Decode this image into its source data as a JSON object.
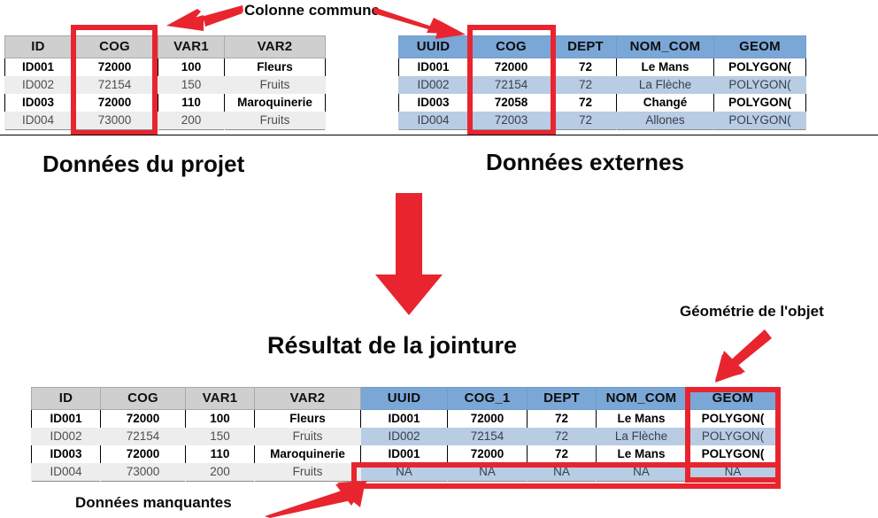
{
  "diagram": {
    "title_project": "Données du projet",
    "title_external": "Données externes",
    "title_result": "Résultat de la jointure",
    "annotation_common_column": "Colonne commune",
    "annotation_geometry": "Géométrie de l'objet",
    "annotation_missing": "Données manquantes",
    "colors": {
      "red_accent": "#e8252e",
      "blue_header": "#7ba7d7",
      "blue_row": "#b8cce4",
      "grey_header": "#cfcfcf",
      "grey_row": "#ededed"
    }
  },
  "table_project": {
    "name": "Données du projet",
    "headers": [
      "ID",
      "COG",
      "VAR1",
      "VAR2"
    ],
    "rows": [
      [
        "ID001",
        "72000",
        "100",
        "Fleurs"
      ],
      [
        "ID002",
        "72154",
        "150",
        "Fruits"
      ],
      [
        "ID003",
        "72000",
        "110",
        "Maroquinerie"
      ],
      [
        "ID004",
        "73000",
        "200",
        "Fruits"
      ]
    ]
  },
  "table_external": {
    "name": "Données externes",
    "headers": [
      "UUID",
      "COG",
      "DEPT",
      "NOM_COM",
      "GEOM"
    ],
    "rows": [
      [
        "ID001",
        "72000",
        "72",
        "Le Mans",
        "POLYGON("
      ],
      [
        "ID002",
        "72154",
        "72",
        "La Flèche",
        "POLYGON("
      ],
      [
        "ID003",
        "72058",
        "72",
        "Changé",
        "POLYGON("
      ],
      [
        "ID004",
        "72003",
        "72",
        "Allones",
        "POLYGON("
      ]
    ]
  },
  "table_result": {
    "name": "Résultat de la jointure",
    "headers_left": [
      "ID",
      "COG",
      "VAR1",
      "VAR2"
    ],
    "headers_right": [
      "UUID",
      "COG_1",
      "DEPT",
      "NOM_COM",
      "GEOM"
    ],
    "rows_left": [
      [
        "ID001",
        "72000",
        "100",
        "Fleurs"
      ],
      [
        "ID002",
        "72154",
        "150",
        "Fruits"
      ],
      [
        "ID003",
        "72000",
        "110",
        "Maroquinerie"
      ],
      [
        "ID004",
        "73000",
        "200",
        "Fruits"
      ]
    ],
    "rows_right": [
      [
        "ID001",
        "72000",
        "72",
        "Le Mans",
        "POLYGON("
      ],
      [
        "ID002",
        "72154",
        "72",
        "La Flèche",
        "POLYGON("
      ],
      [
        "ID001",
        "72000",
        "72",
        "Le Mans",
        "POLYGON("
      ],
      [
        "NA",
        "NA",
        "NA",
        "NA",
        "NA"
      ]
    ]
  }
}
